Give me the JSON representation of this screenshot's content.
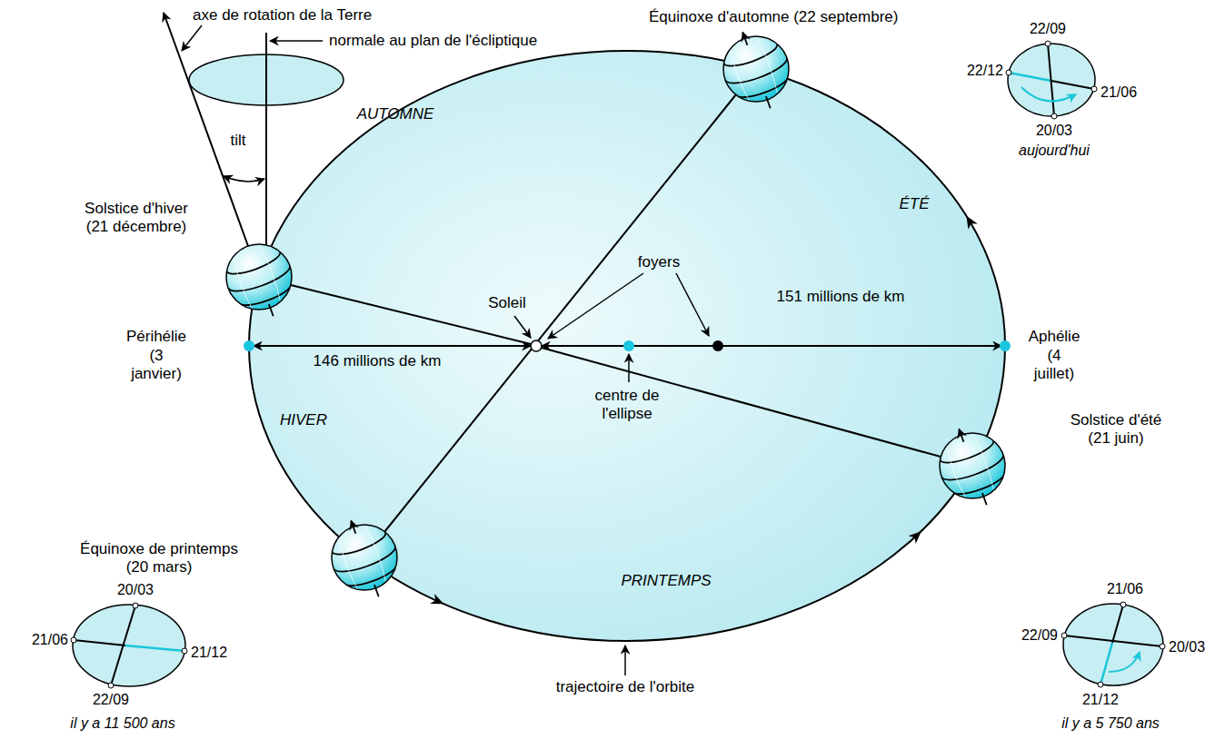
{
  "diagram": {
    "labels": [
      "axe de rotation de la Terre",
      "normale au plan de l'écliptique",
      "tilt",
      "Solstice d'hiver (21 décembre)",
      "Équinoxe d'automne (22 septembre)",
      "AUTOMNE",
      "ÉTÉ",
      "HIVER",
      "PRINTEMPS",
      "Soleil",
      "foyers",
      "151 millions de km",
      "146 millions de km",
      "Périhélie (3 janvier)",
      "Aphélie (4 juillet)",
      "centre de l'ellipse",
      "Solstice d'été (21 juin)",
      "Équinoxe de printemps (20 mars)",
      "trajectoire de l'orbite",
      "22/09",
      "22/12",
      "21/06",
      "20/03",
      "aujourd'hui",
      "20/03",
      "21/06",
      "21/12",
      "22/09",
      "il y a 11 500 ans",
      "21/06",
      "22/09",
      "20/03",
      "21/12",
      "il y a 5 750 ans"
    ]
  }
}
